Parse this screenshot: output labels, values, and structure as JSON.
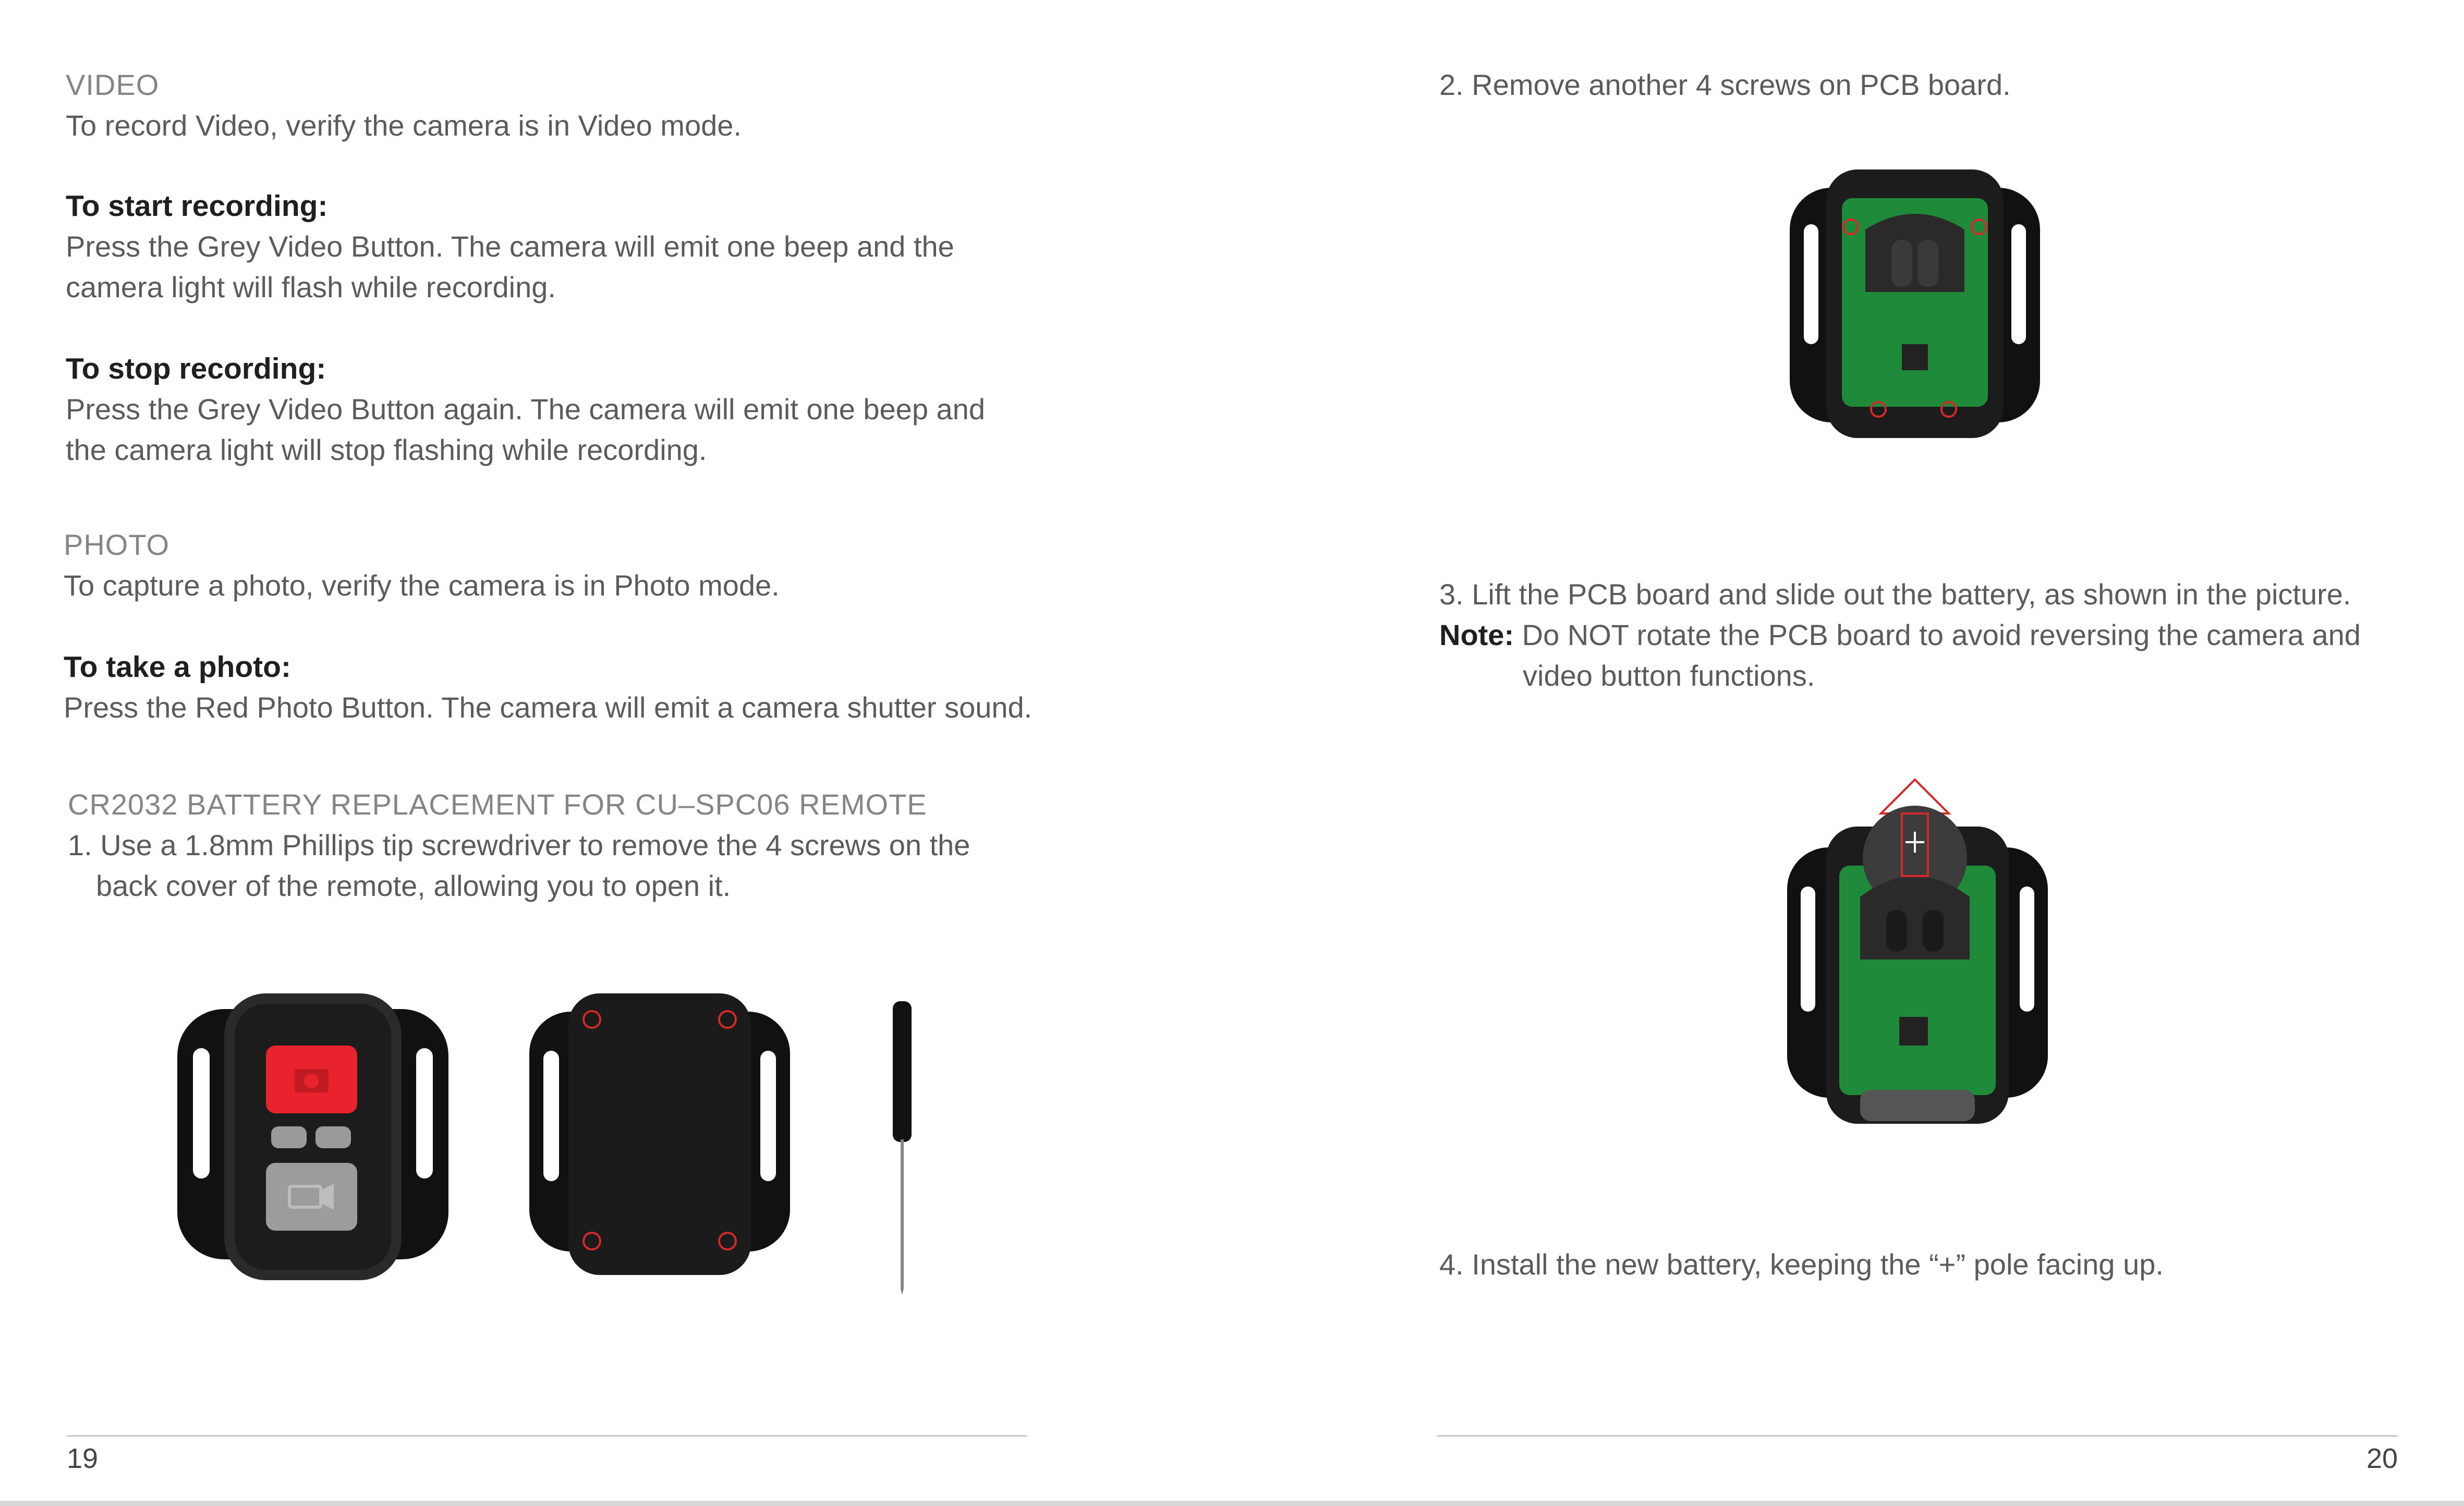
{
  "left_page": {
    "video": {
      "heading": "VIDEO",
      "intro": "To record Video, verify the camera is in Video mode.",
      "start_heading": "To start recording:",
      "start_line1": "Press the Grey Video Button. The camera will emit one beep and the",
      "start_line2": "camera light will flash while recording.",
      "stop_heading": "To stop recording:",
      "stop_line1": "Press the Grey Video Button again. The camera will emit one beep and",
      "stop_line2": "the camera light will stop flashing while recording."
    },
    "photo": {
      "heading": "PHOTO",
      "intro": "To capture a photo, verify the camera is in Photo mode.",
      "take_heading": "To take a photo:",
      "take_line": "Press the Red Photo Button. The camera will emit a camera shutter sound."
    },
    "battery": {
      "heading": "CR2032 BATTERY REPLACEMENT FOR CU–SPC06 REMOTE",
      "step1_line1": "1. Use a 1.8mm Phillips tip screwdriver to remove the 4 screws on the",
      "step1_line2": "back cover of the remote, allowing you to open it."
    },
    "page_number": "19"
  },
  "right_page": {
    "step2": "2. Remove another 4 screws on PCB board.",
    "step3_line1": "3. Lift the PCB board and slide out the battery, as shown in the picture.",
    "note_label": "Note:",
    "note_line1": " Do NOT rotate the PCB board to avoid reversing the camera and",
    "note_line2": "video button functions.",
    "step4": "4. Install the new battery, keeping the “+” pole facing up.",
    "page_number": "20"
  },
  "colors": {
    "remote_body": "#1c1c1c",
    "photo_button": "#e8232d",
    "video_button": "#9c9c9c",
    "pcb_green": "#1f8a3a",
    "screw_highlight": "#d22a2a"
  },
  "icons": [
    "remote-front-image",
    "remote-back-image",
    "screwdriver-image",
    "pcb-remote-image",
    "battery-lift-image",
    "camera-icon",
    "video-icon"
  ]
}
